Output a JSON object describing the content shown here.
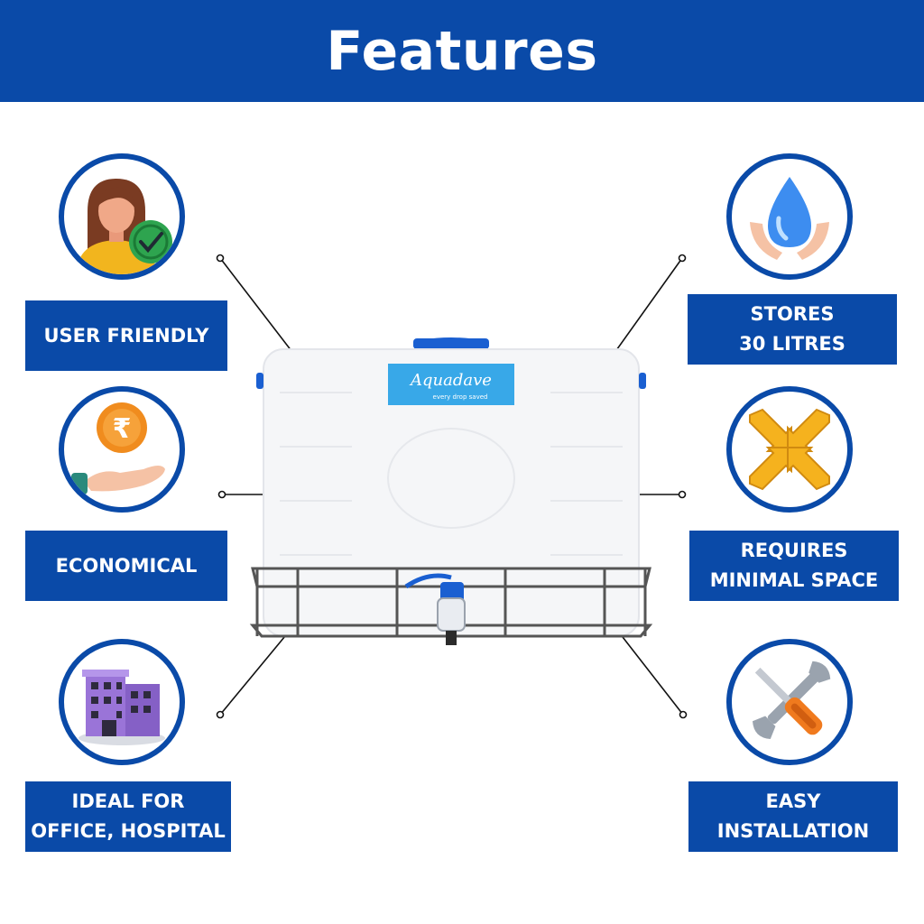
{
  "header": {
    "title": "Features"
  },
  "brand": {
    "logo_text": "Aquadave",
    "logo_tagline": "every drop saved"
  },
  "colors": {
    "primary": "#0a4aa8",
    "background": "#ffffff",
    "tank": "#f4f5f7",
    "tank_cap": "#1a5fd1",
    "logo_bg": "#38a8e8"
  },
  "features": {
    "left": [
      {
        "icon": "user-check-icon",
        "lines": [
          "USER FRIENDLY"
        ]
      },
      {
        "icon": "rupee-coin-hand-icon",
        "lines": [
          "ECONOMICAL"
        ]
      },
      {
        "icon": "building-icon",
        "lines": [
          "IDEAL FOR",
          "OFFICE, HOSPITAL"
        ]
      }
    ],
    "right": [
      {
        "icon": "water-drop-hands-icon",
        "lines": [
          "STORES",
          "30 LITRES"
        ]
      },
      {
        "icon": "compress-arrows-icon",
        "lines": [
          "REQUIRES",
          "MINIMAL SPACE"
        ]
      },
      {
        "icon": "wrench-screwdriver-icon",
        "lines": [
          "EASY",
          "INSTALLATION"
        ]
      }
    ]
  }
}
